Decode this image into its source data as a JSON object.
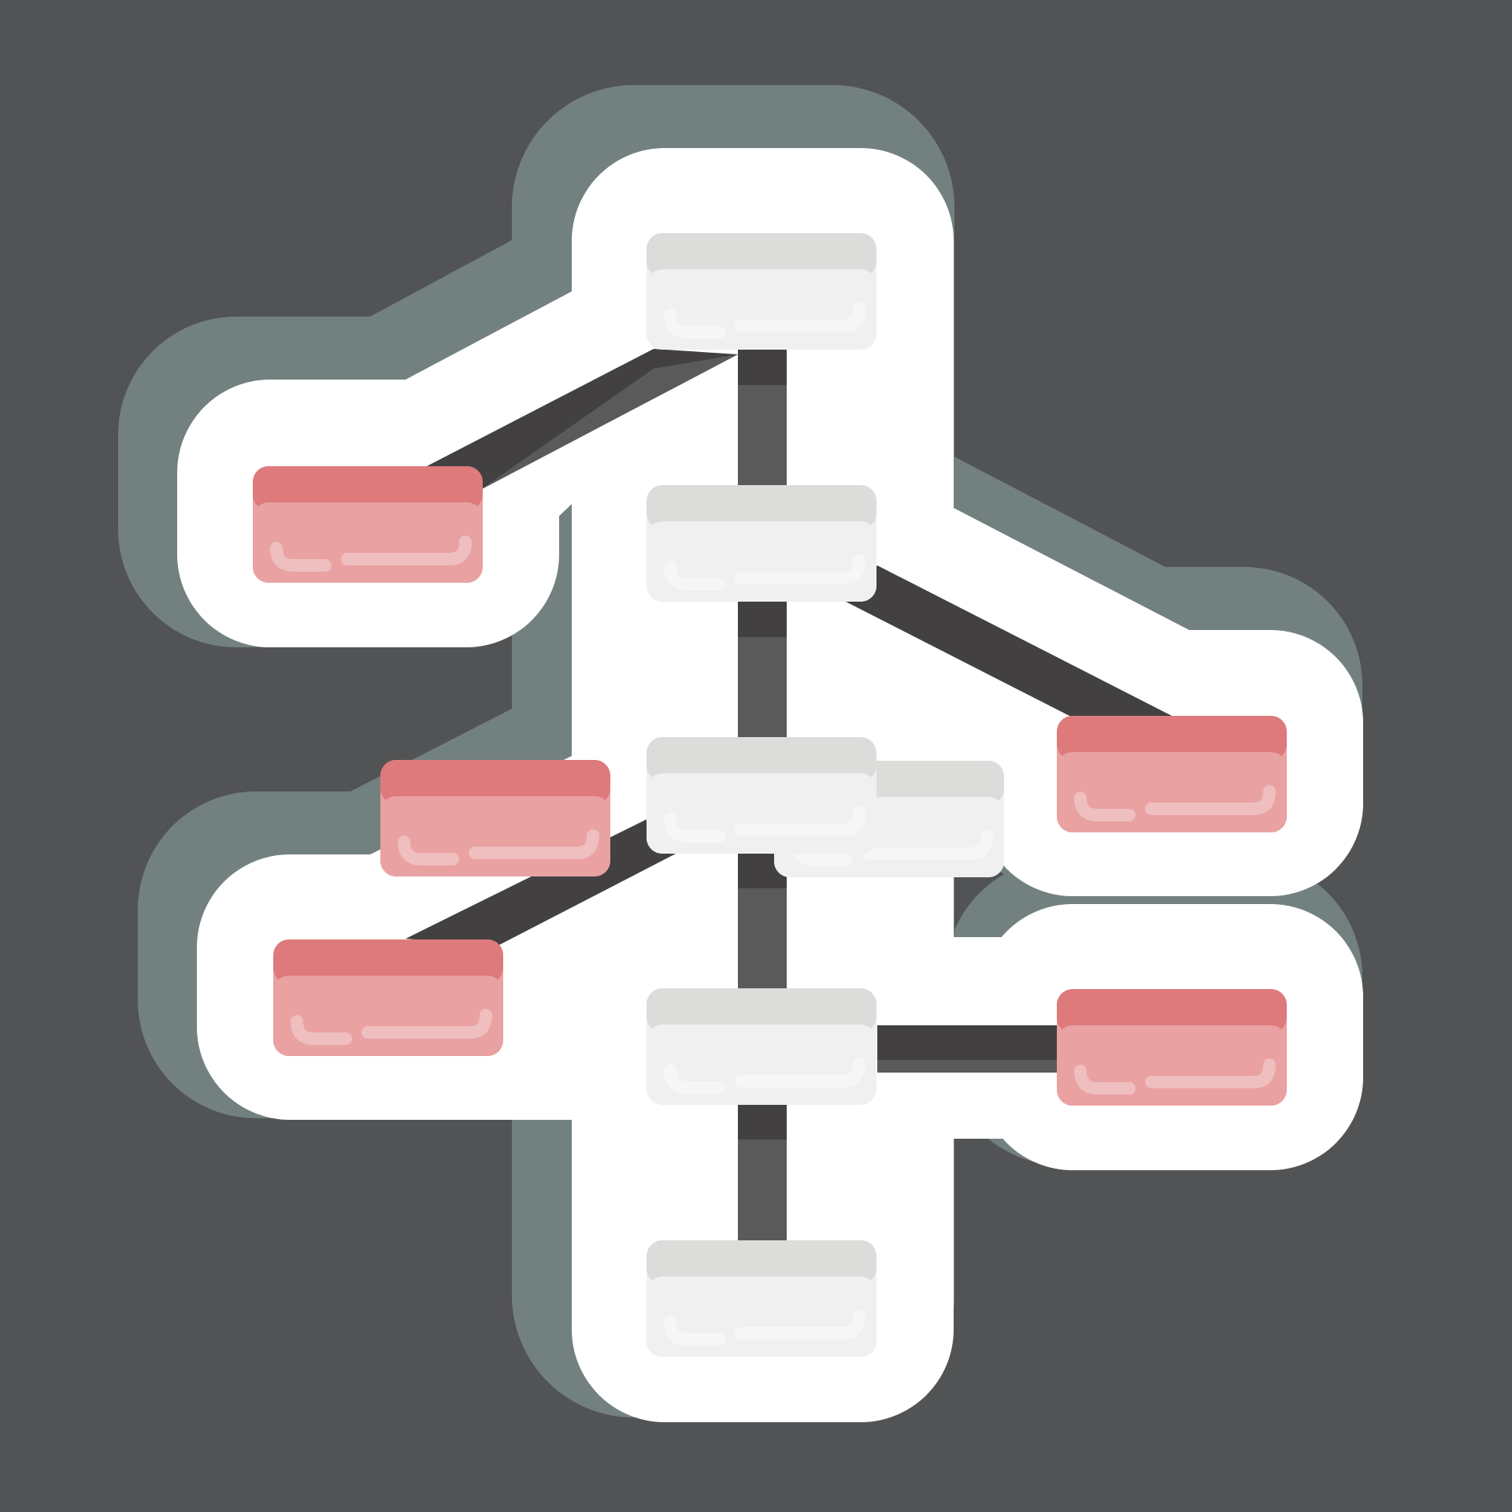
{
  "colors": {
    "background": "#525355",
    "sticker_shadow": "#728180",
    "sticker_outline": "#ffffff",
    "connector_dark": "#424041",
    "connector_light": "#5a5a5a",
    "node_gray_header": "#dcdcda",
    "node_gray_body": "#f0f0f0",
    "node_gray_detail": "#f6f6f6",
    "node_red_header": "#de7a7b",
    "node_red_body": "#e9a1a2",
    "node_red_detail": "#efbebf"
  },
  "icon": {
    "name": "network-hierarchy-sticker-icon",
    "trunk_nodes": [
      "node-1",
      "node-2",
      "node-3",
      "node-4",
      "node-5"
    ],
    "branch_nodes": [
      "branch-left-top",
      "branch-right-upper",
      "branch-left-stacked-back",
      "branch-left-lower",
      "branch-right-lower"
    ]
  }
}
